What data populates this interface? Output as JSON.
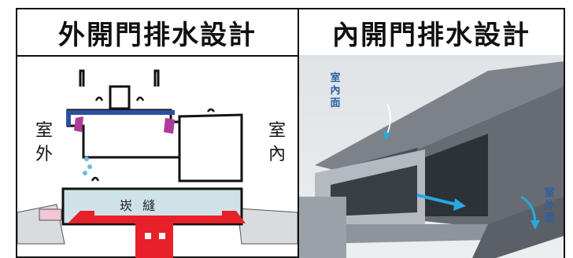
{
  "left_panel": {
    "title": "外開門排水設計",
    "label_outdoor": [
      "室",
      "外"
    ],
    "label_indoor": [
      "室",
      "內"
    ],
    "label_gap": "崁 縫"
  },
  "right_panel": {
    "title": "內開門排水設計",
    "label_indoor": [
      "室",
      "內",
      "面"
    ],
    "label_outdoor": [
      "室",
      "外",
      "面"
    ]
  },
  "colors": {
    "seal_blue": "#2e4fa0",
    "gasket_magenta": "#b03a9c",
    "base_red": "#e8202a",
    "drain_water": "#2aa7e0",
    "aluminum": "#5b6168"
  }
}
